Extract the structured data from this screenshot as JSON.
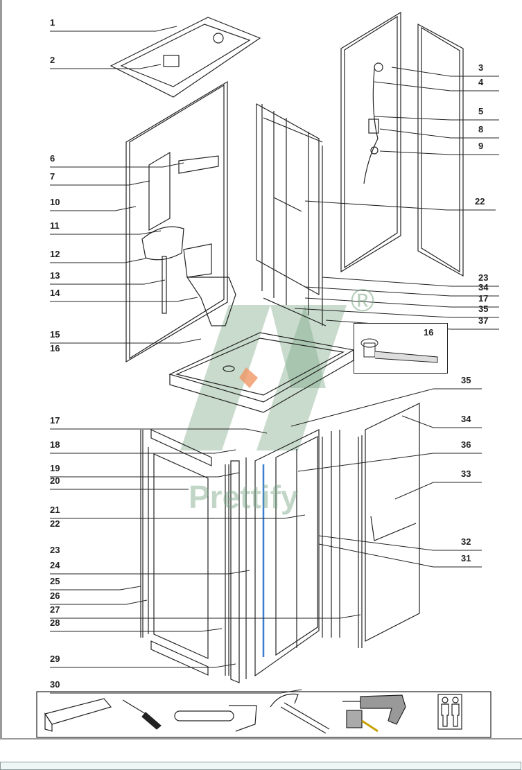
{
  "callouts_top_left": [
    "1",
    "2",
    "6",
    "7",
    "10",
    "11",
    "12",
    "13",
    "14",
    "15",
    "16"
  ],
  "callouts_top_right": [
    "3",
    "4",
    "5",
    "8",
    "9",
    "22",
    "23",
    "34",
    "17",
    "35",
    "37"
  ],
  "inset_label": "16",
  "callouts_bottom_right": [
    "35",
    "34",
    "36",
    "33",
    "32",
    "31"
  ],
  "callouts_bottom_left": [
    "17",
    "18",
    "19",
    "20",
    "21",
    "22",
    "23",
    "24",
    "25",
    "26",
    "27",
    "28",
    "29",
    "30"
  ],
  "watermark": {
    "text": "Prettify",
    "registered": "®"
  },
  "tools": [
    "spirit-level-icon",
    "screwdriver-icon",
    "adjustable-wrench-icon",
    "hammer-icon",
    "drill-and-tape-measure-icon",
    "two-people-icon"
  ],
  "colors": {
    "line": "#222222",
    "watermark": "#8fb89a",
    "accent_star": "#f0a070",
    "blue_rod": "#3a7fd0"
  }
}
